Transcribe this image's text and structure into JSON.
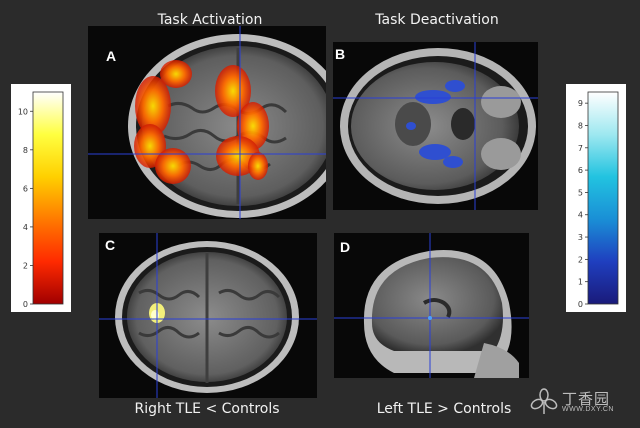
{
  "titles": {
    "top_left": "Task Activation",
    "top_right": "Task Deactivation",
    "bottom_left": "Right TLE <  Controls",
    "bottom_right": "Left TLE > Controls"
  },
  "panels": [
    {
      "label": "A",
      "view": "axial",
      "overlay": "activation-large"
    },
    {
      "label": "B",
      "view": "axial-low",
      "overlay": "deactivation"
    },
    {
      "label": "C",
      "view": "axial-high",
      "overlay": "activation-small"
    },
    {
      "label": "D",
      "view": "sagittal",
      "overlay": "deactivation-small"
    }
  ],
  "chart_data": {
    "type": "heatmap",
    "colorbars": [
      {
        "name": "activation",
        "ticks": [
          0,
          2,
          4,
          6,
          8,
          10
        ],
        "range": [
          0,
          11
        ],
        "colors": [
          "#a00000",
          "#ff2a00",
          "#ff7a00",
          "#ffd000",
          "#ffff40",
          "#ffffff"
        ]
      },
      {
        "name": "deactivation",
        "ticks": [
          0,
          1,
          2,
          3,
          4,
          5,
          6,
          7,
          8,
          9
        ],
        "range": [
          0,
          9.5
        ],
        "colors": [
          "#1a1a7a",
          "#1f3fbf",
          "#1a8fd6",
          "#22c3e0",
          "#9ee8f0",
          "#ffffff"
        ]
      }
    ]
  },
  "watermark": {
    "text": "丁香园",
    "url": "WWW.DXY.CN"
  },
  "colors": {
    "background": "#2b2b2b",
    "crosshair": "#2a3fd6"
  }
}
